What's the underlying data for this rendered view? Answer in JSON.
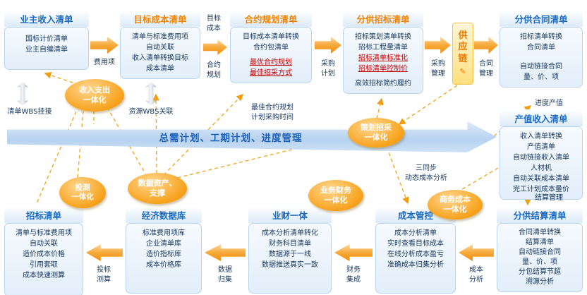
{
  "top": {
    "owner_income": {
      "title": "业主收入清单",
      "lines": [
        "国标计价清单",
        "业主自编清单"
      ]
    },
    "fee_item_label": "费用项",
    "target_cost": {
      "title": "目标成本清单",
      "lines": [
        "清单与标准费用项",
        "自动关联",
        "收入清单转换目标",
        "成本清单"
      ]
    },
    "target_cost_label": "目标成本",
    "contract_plan_label": "合约规划",
    "contract_plan": {
      "title": "合约规划清单",
      "lines": [
        "目标成本清单转换",
        "合约包清单"
      ],
      "highlights": [
        "最优合约规划",
        "最佳招采方式"
      ]
    },
    "purchase_plan_label": "采购计划",
    "tender": {
      "title": "分供招标清单",
      "lines": [
        "招标策划清单转换",
        "招标工程量清单"
      ],
      "highlights": [
        "招标清单标准化",
        "招标清单控制价"
      ],
      "footer": "高效招标简约履约"
    },
    "purchase_mgmt_label": "采购管理",
    "supply_chain_label": "供应链",
    "contract_mgmt_label": "合同管理",
    "supply_contract": {
      "title": "分供合同清单",
      "lines": [
        "招标清单转换",
        "合同清单"
      ],
      "lines2": [
        "自动链接合同",
        "量、价、项"
      ]
    }
  },
  "middle": {
    "wbs_attach_label": "清单WBS挂接",
    "wbs_resource_label": "资源WBS关联",
    "income_expense_ellipse": {
      "line1": "收入支出",
      "line2": "一体化"
    },
    "banner_text": "总需计划、工期计划、进度管理",
    "best_plan_line1": "最佳合约规划",
    "best_plan_line2": "计划采购时间",
    "plan_bid_ellipse": {
      "line1": "策划招采",
      "line2": "一体化"
    },
    "progress_value_label": "进度产值",
    "output_income": {
      "title": "产值收入清单",
      "lines": [
        "收入清单转换",
        "产值清单",
        "自动链接收入清单",
        "人材机",
        "自动关联成本清单",
        "完工计划成本量价"
      ]
    },
    "sync_line1": "三同步",
    "sync_line2": "动态成本分析",
    "settle_mgmt_label": "结算管理"
  },
  "bottom": {
    "bid_list": {
      "title": "招标清单",
      "lines": [
        "清单与标准费用项",
        "自动关联",
        "造价成本价格",
        "引用套取",
        "成本快速测算"
      ]
    },
    "invest_ellipse": {
      "line1": "投测",
      "line2": "一体化"
    },
    "bid_calc_label": "投标测算",
    "eco_db": {
      "title": "经济数据库",
      "lines": [
        "标准费用项库",
        "企业清单库",
        "造价指标库",
        "成本价格库"
      ]
    },
    "data_asset_ellipse": {
      "line1": "数据资产、",
      "line2": "支撑"
    },
    "data_collect_label": "数据归集",
    "biz_fin": {
      "title": "业财一体",
      "lines": [
        "成本分析清单转化",
        "财务科目清单",
        "数据源于一线",
        "数据推送真实一致"
      ]
    },
    "biz_fin_ellipse": {
      "line1": "业务财务",
      "line2": "一体化"
    },
    "fin_integrate_label": "财务集成",
    "cost_ctrl": {
      "title": "成本管控",
      "lines": [
        "成本分析清单",
        "实时查看目标成本",
        "在线分析成本盈亏",
        "准确成本归集分析"
      ]
    },
    "biz_cost_ellipse": {
      "line1": "商务成本",
      "line2": "一体化"
    },
    "cost_analysis_label": "成本分析",
    "settle_list": {
      "title": "分供结算清单",
      "lines": [
        "合同清单转换",
        "结算清单",
        "自动链接合同",
        "量、价、项",
        "分包结算节超",
        "溯源分析"
      ]
    }
  },
  "colors": {
    "accent_orange": "#f08300",
    "accent_blue": "#1b6ac2",
    "highlight_red": "#c00000"
  }
}
